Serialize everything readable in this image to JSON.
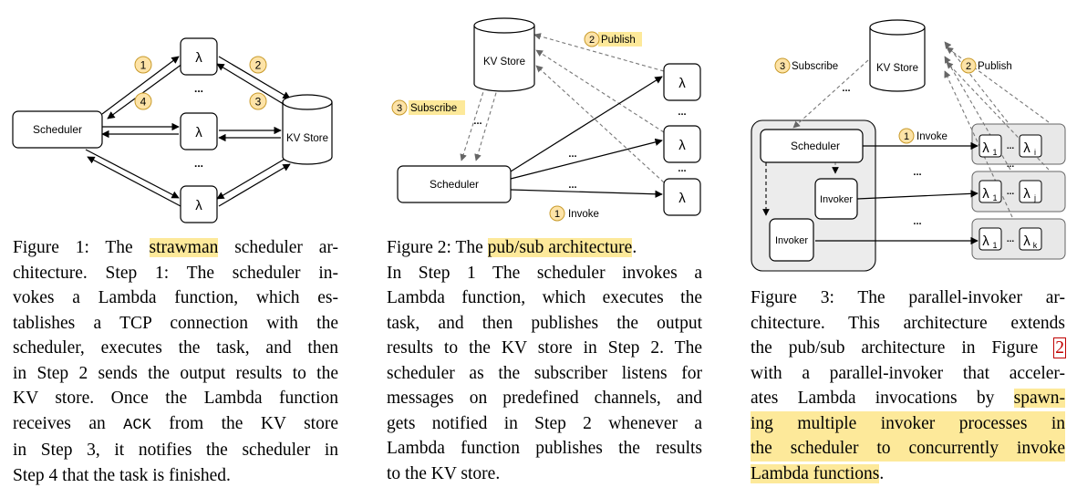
{
  "figure1": {
    "scheduler": "Scheduler",
    "kv_store": "KV Store",
    "lambda": "λ",
    "dots": "...",
    "steps": [
      "1",
      "2",
      "3",
      "4"
    ],
    "caption_lines": [
      [
        "Figure 1: The ",
        "strawman",
        " scheduler ar-"
      ],
      [
        "chitecture. Step 1: The scheduler in-"
      ],
      [
        "vokes a Lambda function, which es-"
      ],
      [
        "tablishes a TCP connection with the"
      ],
      [
        "scheduler, executes the task, and then"
      ],
      [
        "in Step 2 sends the output results to the"
      ],
      [
        "KV store. Once the Lambda function"
      ],
      [
        "receives an ",
        "ACK",
        " from the KV store"
      ],
      [
        "in Step 3, it notifies the scheduler in"
      ],
      [
        "Step 4 that the task is finished."
      ]
    ]
  },
  "figure2": {
    "scheduler": "Scheduler",
    "kv_store": "KV Store",
    "lambda": "λ",
    "dots": "...",
    "publish": "Publish",
    "subscribe": "Subscribe",
    "invoke": "Invoke",
    "step_publish": "2",
    "step_subscribe": "3",
    "step_invoke": "1",
    "caption_lines": [
      [
        "Figure 2: The ",
        "pub/sub architecture",
        "."
      ],
      [
        "In Step 1 The scheduler invokes a"
      ],
      [
        "Lambda function, which executes the"
      ],
      [
        "task, and then publishes the output"
      ],
      [
        "results to the KV store in Step 2. The"
      ],
      [
        "scheduler as the subscriber listens for"
      ],
      [
        "messages on predefined channels, and"
      ],
      [
        "gets notified in Step 2 whenever a"
      ],
      [
        "Lambda function publishes the results"
      ],
      [
        "to the KV store."
      ]
    ]
  },
  "figure3": {
    "scheduler": "Scheduler",
    "kv_store": "KV Store",
    "invoker": "Invoker",
    "lambda": "λ",
    "dots": "...",
    "publish": "Publish",
    "subscribe": "Subscribe",
    "invoke": "Invoke",
    "step_publish": "2",
    "step_subscribe": "3",
    "step_invoke": "1",
    "sub_1": "1",
    "sub_i": "i",
    "sub_j": "j",
    "sub_k": "k",
    "caption_lines": [
      [
        "Figure 3: The parallel-invoker ar-"
      ],
      [
        "chitecture. This architecture extends"
      ],
      [
        "the pub/sub architecture in Figure ",
        "2"
      ],
      [
        "with a parallel-invoker that acceler-"
      ],
      [
        "ates Lambda invocations by ",
        "spawn-"
      ],
      [
        "ing multiple invoker processes in"
      ],
      [
        "the scheduler to concurrently invoke"
      ],
      [
        "Lambda functions",
        "."
      ]
    ]
  }
}
